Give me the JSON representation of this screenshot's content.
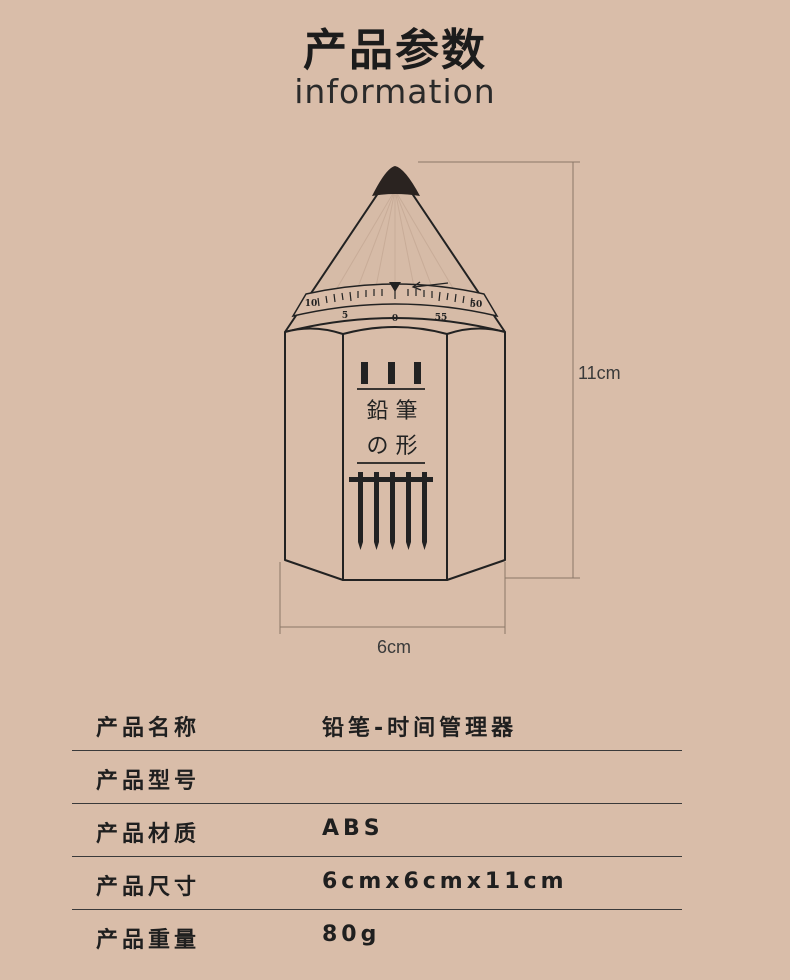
{
  "header": {
    "title": "产品参数",
    "subtitle": "information"
  },
  "illustration": {
    "dial_numbers": [
      "10",
      "5",
      "0",
      "55",
      "50"
    ],
    "label_line1": "鉛 筆",
    "label_line2": "の 形",
    "height_label": "11cm",
    "width_label": "6cm"
  },
  "specs": [
    {
      "label": "产品名称",
      "value": "铅笔-时间管理器"
    },
    {
      "label": "产品型号",
      "value": ""
    },
    {
      "label": "产品材质",
      "value": "ABS"
    },
    {
      "label": "产品尺寸",
      "value": "6cmx6cmx11cm"
    },
    {
      "label": "产品重量",
      "value": "80g"
    }
  ],
  "colors": {
    "background": "#d9bda9",
    "ink": "#1f1f1f"
  }
}
